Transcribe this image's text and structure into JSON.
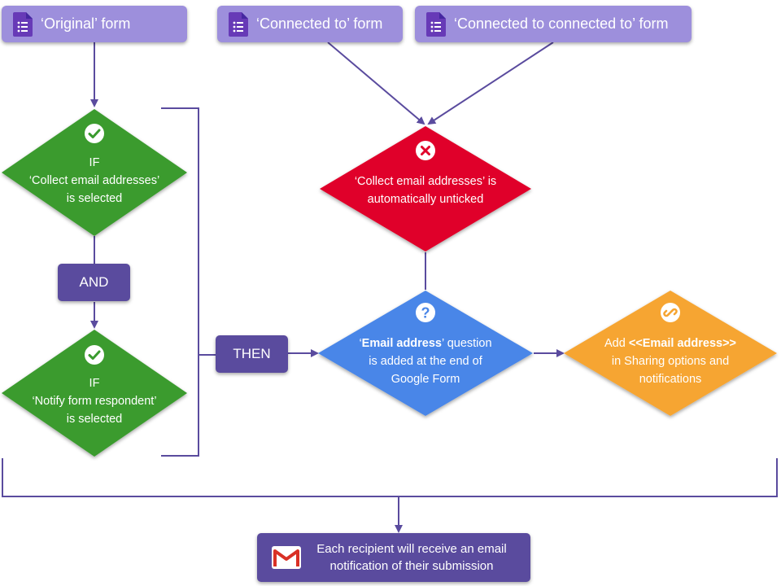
{
  "forms": {
    "original": "‘Original’ form",
    "connected": "‘Connected to’ form",
    "connected_connected": "‘Connected to connected to’ form"
  },
  "nodes": {
    "collect_if": {
      "line1": "IF",
      "line2": "‘Collect email addresses’",
      "line3": "is selected"
    },
    "and_label": "AND",
    "notify_if": {
      "line1": "IF",
      "line2": "‘Notify form respondent’",
      "line3": "is selected"
    },
    "then_label": "THEN",
    "unticked": {
      "line1": "‘Collect email addresses’ is",
      "line2": "automatically unticked"
    },
    "email_question": {
      "bold": "Email address",
      "line1_pre": "‘",
      "line1_post": "’ question",
      "line2": "is added at the end of",
      "line3": "Google Form"
    },
    "sharing": {
      "pre": "Add ",
      "bold": "<<Email address>>",
      "line2": "in Sharing options and",
      "line3": "notifications"
    },
    "result": {
      "line1": "Each recipient will receive an email",
      "line2": "notification of their submission"
    }
  },
  "colors": {
    "form_box": "#9d8fdc",
    "operator_box": "#5a4b9e",
    "connector": "#5a4b9e",
    "green_diamond": "#3a9b2f",
    "red_diamond": "#e0002a",
    "blue_diamond": "#4a86e8",
    "orange_diamond": "#f6a532"
  },
  "icons": {
    "form": "google-forms-icon",
    "check": "check-circle-icon",
    "cross": "x-circle-icon",
    "question": "question-circle-icon",
    "link": "link-icon",
    "mail": "gmail-icon"
  }
}
